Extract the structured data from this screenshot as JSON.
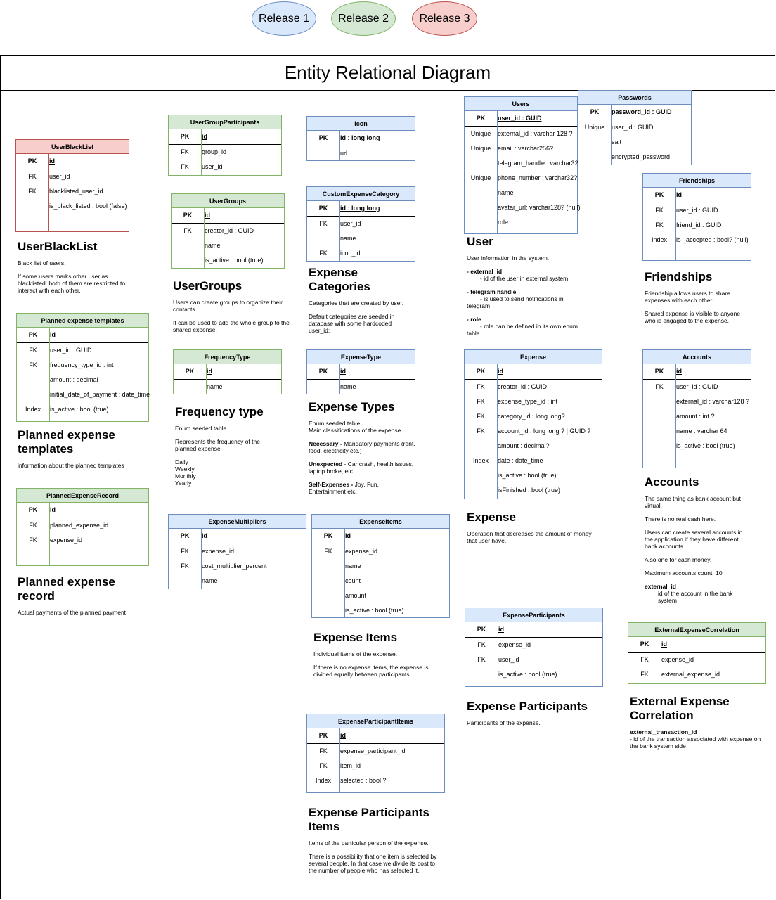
{
  "legend": {
    "release1": "Release 1",
    "release2": "Release 2",
    "release3": "Release 3"
  },
  "diagram_title": "Entity Relational Diagram",
  "colors": {
    "blue_fill": "#dae8fc",
    "blue_border": "#6c8ebf",
    "green_fill": "#d5e8d4",
    "green_border": "#82b366",
    "red_fill": "#f8cecc",
    "red_border": "#b85450"
  },
  "tables": {
    "userblacklist": {
      "title": "UserBlackList",
      "pk_key": "PK",
      "pk_field": "id",
      "rows": [
        {
          "key": "FK",
          "field": "user_id"
        },
        {
          "key": "FK",
          "field": "blacklisted_user_id"
        },
        {
          "key": "",
          "field": "is_black_listed : bool (false)"
        }
      ]
    },
    "usergroupparticipants": {
      "title": "UserGroupParticipants",
      "pk_key": "PK",
      "pk_field": "id",
      "rows": [
        {
          "key": "FK",
          "field": "group_id"
        },
        {
          "key": "FK",
          "field": "user_id"
        }
      ]
    },
    "icon": {
      "title": "Icon",
      "pk_key": "PK",
      "pk_field": "id : long long",
      "rows": [
        {
          "key": "",
          "field": "url"
        }
      ]
    },
    "users": {
      "title": "Users",
      "pk_key": "PK",
      "pk_field": "user_id : GUID",
      "rows": [
        {
          "key": "Unique",
          "field": "external_id : varchar 128 ?"
        },
        {
          "key": "Unique",
          "field": "email : varchar256?"
        },
        {
          "key": "",
          "field": "telegram_handle : varchar32?"
        },
        {
          "key": "Unique",
          "field": "phone_number : varchar32?"
        },
        {
          "key": "",
          "field": "name"
        },
        {
          "key": "",
          "field": "avatar_url: varchar128? (null)"
        },
        {
          "key": "",
          "field": "role"
        }
      ]
    },
    "passwords": {
      "title": "Passwords",
      "pk_key": "PK",
      "pk_field": "password_id : GUID",
      "rows": [
        {
          "key": "Unique",
          "field": "user_id : GUID"
        },
        {
          "key": "",
          "field": "salt"
        },
        {
          "key": "",
          "field": "encrypted_password"
        }
      ]
    },
    "friendships": {
      "title": "Friendships",
      "pk_key": "PK",
      "pk_field": "id",
      "rows": [
        {
          "key": "FK",
          "field": "user_id : GUID"
        },
        {
          "key": "FK",
          "field": "friend_id : GUID"
        },
        {
          "key": "Index",
          "field": "is _accepted : bool? (null)"
        }
      ]
    },
    "usergroups": {
      "title": "UserGroups",
      "pk_key": "PK",
      "pk_field": "id",
      "rows": [
        {
          "key": "FK",
          "field": "creator_id : GUID"
        },
        {
          "key": "",
          "field": "name"
        },
        {
          "key": "",
          "field": "is_active : bool (true)"
        }
      ]
    },
    "customexpensecategory": {
      "title": "CustomExpenseCategory",
      "pk_key": "PK",
      "pk_field": "id : long long",
      "rows": [
        {
          "key": "FK",
          "field": "user_id"
        },
        {
          "key": "",
          "field": "name"
        },
        {
          "key": "FK",
          "field": "icon_id"
        }
      ]
    },
    "plannedexpensetemplates": {
      "title": "Planned expense templates",
      "pk_key": "PK",
      "pk_field": "id",
      "rows": [
        {
          "key": "FK",
          "field": "user_id : GUID"
        },
        {
          "key": "FK",
          "field": "frequency_type_id : int"
        },
        {
          "key": "",
          "field": "amount : decimal"
        },
        {
          "key": "",
          "field": "initial_date_of_payment : date_time"
        },
        {
          "key": "Index",
          "field": "is_active : bool (true)"
        }
      ]
    },
    "frequencytype": {
      "title": "FrequencyType",
      "pk_key": "PK",
      "pk_field": "id",
      "rows": [
        {
          "key": "",
          "field": "name"
        }
      ]
    },
    "expensetype": {
      "title": "ExpenseType",
      "pk_key": "PK",
      "pk_field": "id",
      "rows": [
        {
          "key": "",
          "field": "name"
        }
      ]
    },
    "expense": {
      "title": "Expense",
      "pk_key": "PK",
      "pk_field": "id",
      "rows": [
        {
          "key": "FK",
          "field": "creator_id : GUID"
        },
        {
          "key": "FK",
          "field": "expense_type_id : int"
        },
        {
          "key": "FK",
          "field": "category_id : long long?"
        },
        {
          "key": "FK",
          "field": "account_id : long long ? | GUID ?"
        },
        {
          "key": "",
          "field": "amount : decimal?"
        },
        {
          "key": "Index",
          "field": "date : date_time"
        },
        {
          "key": "",
          "field": "is_active : bool (true)"
        },
        {
          "key": "",
          "field": "isFinished : bool (true)"
        }
      ]
    },
    "accounts": {
      "title": "Accounts",
      "pk_key": "PK",
      "pk_field": "id",
      "rows": [
        {
          "key": "FK",
          "field": "user_id : GUID"
        },
        {
          "key": "",
          "field": "external_id : varchar128 ?"
        },
        {
          "key": "",
          "field": "amount : int ?"
        },
        {
          "key": "",
          "field": "name : varchar 64"
        },
        {
          "key": "",
          "field": "is_active : bool (true)"
        }
      ]
    },
    "plannedexpenserecord": {
      "title": "PlannedExpenseRecord",
      "pk_key": "PK",
      "pk_field": "id",
      "rows": [
        {
          "key": "FK",
          "field": "planned_expense_id"
        },
        {
          "key": "FK",
          "field": "expense_id"
        }
      ]
    },
    "expensemultipliers": {
      "title": "ExpenseMultipliers",
      "pk_key": "PK",
      "pk_field": "id",
      "rows": [
        {
          "key": "FK",
          "field": "expense_id"
        },
        {
          "key": "FK",
          "field": "cost_multiplier_percent"
        },
        {
          "key": "",
          "field": "name"
        }
      ]
    },
    "expenseitems": {
      "title": "ExpenseItems",
      "pk_key": "PK",
      "pk_field": "id",
      "rows": [
        {
          "key": "FK",
          "field": "expense_id"
        },
        {
          "key": "",
          "field": "name"
        },
        {
          "key": "",
          "field": "count"
        },
        {
          "key": "",
          "field": "amount"
        },
        {
          "key": "",
          "field": "is_active : bool (true)"
        }
      ]
    },
    "expenseparticipants": {
      "title": "ExpenseParticipants",
      "pk_key": "PK",
      "pk_field": "id",
      "rows": [
        {
          "key": "FK",
          "field": "expense_id"
        },
        {
          "key": "FK",
          "field": "user_id"
        },
        {
          "key": "",
          "field": "is_active : bool (true)"
        }
      ]
    },
    "externalexpensecorrelation": {
      "title": "ExternalExpenseCorrelation",
      "pk_key": "PK",
      "pk_field": "id",
      "rows": [
        {
          "key": "FK",
          "field": "expense_id"
        },
        {
          "key": "FK",
          "field": "external_expense_id"
        }
      ]
    },
    "expenseparticipantitems": {
      "title": "ExpenseParticipantItems",
      "pk_key": "PK",
      "pk_field": "id",
      "rows": [
        {
          "key": "FK",
          "field": "expense_participant_id"
        },
        {
          "key": "FK",
          "field": "item_id"
        },
        {
          "key": "Index",
          "field": "selected : bool ?"
        }
      ]
    }
  },
  "descriptions": {
    "userblacklist": {
      "heading": "UserBlackList",
      "p1": "Black list of users.",
      "p2": "If some users marks other user as blacklisted: both of them are restricted to interact with each other."
    },
    "usergroups": {
      "heading": "UserGroups",
      "p1": "Users can create groups to organize their contacts.",
      "p2": "It can be used to add the whole group to the shared expense."
    },
    "expensecategories": {
      "heading": "Expense Categories",
      "p1": "Categories that are created by user.",
      "p2": "Default categories are seeded in database with some hardcoded user_id;"
    },
    "user": {
      "heading": "User",
      "p1": "User information in the system.",
      "l1": "- external_id",
      "l1d": "- id of the user in external system.",
      "l2": "- telegram handle",
      "l2d": "- is used to send notifications in telegram",
      "l3": "- role",
      "l3d": "- role can be defined in its own enum table"
    },
    "friendships": {
      "heading": "Friendships",
      "p1": "Friendship allows users to share expenses with each other.",
      "p2": "Shared expense is visible to anyone who is engaged to the expense."
    },
    "plannedtemplates": {
      "heading": "Planned expense templates",
      "p1": "information about the planned templates"
    },
    "frequency": {
      "heading": "Frequency type",
      "p1": "Enum seeded table",
      "p2": "Represents the frequency of the planned expense",
      "o1": "Daily",
      "o2": "Weekly",
      "o3": "Monthly",
      "o4": "Yearly"
    },
    "expensetypes": {
      "heading": "Expense Types",
      "p1": "Enum seeded table",
      "p1b": "Main classifications of the expense.",
      "n1": "Necessary - ",
      "n1d": "Mandatory payments (rent, food, electricity etc.)",
      "n2": "Unexpected - ",
      "n2d": "Car crash, health issues, laptop broke, etc.",
      "n3": "Self-Expenses - ",
      "n3d": "Joy, Fun, Entertainment etc."
    },
    "expense": {
      "heading": "Expense",
      "p1": "Operation that decreases the amount of money that user have."
    },
    "accounts": {
      "heading": "Accounts",
      "p1": "The same thing as bank account but virtual.",
      "p2": "There is no real cash here.",
      "p3": "Users can create several accounts in the application if they have different bank accounts.",
      "p4": "Also one for cash money.",
      "p5": "Maximum accounts count: 10",
      "l1": "external_id",
      "l1d": "id of the account in the bank system"
    },
    "plannedrecord": {
      "heading": "Planned expense record",
      "p1": "Actual payments of the planned payment"
    },
    "expenseitems": {
      "heading": "Expense Items",
      "p1": "Individual items of the expense.",
      "p2": "If there is no expense items, the expense is divided equally between participants."
    },
    "expenseparticipants": {
      "heading": "Expense Participants",
      "p1": "Participants of the expense."
    },
    "externalcorrelation": {
      "heading": "External Expense Correlation",
      "l1": "external_transaction_id",
      "l1d": "- id of the transaction associated with expense on the bank system side"
    },
    "participantitems": {
      "heading": "Expense Participants Items",
      "p1": "Items of the particular person of the expense.",
      "p2": "There is a possibility that one item is selected by several people. In that case we divide its cost to the number of people who has selected it."
    }
  }
}
